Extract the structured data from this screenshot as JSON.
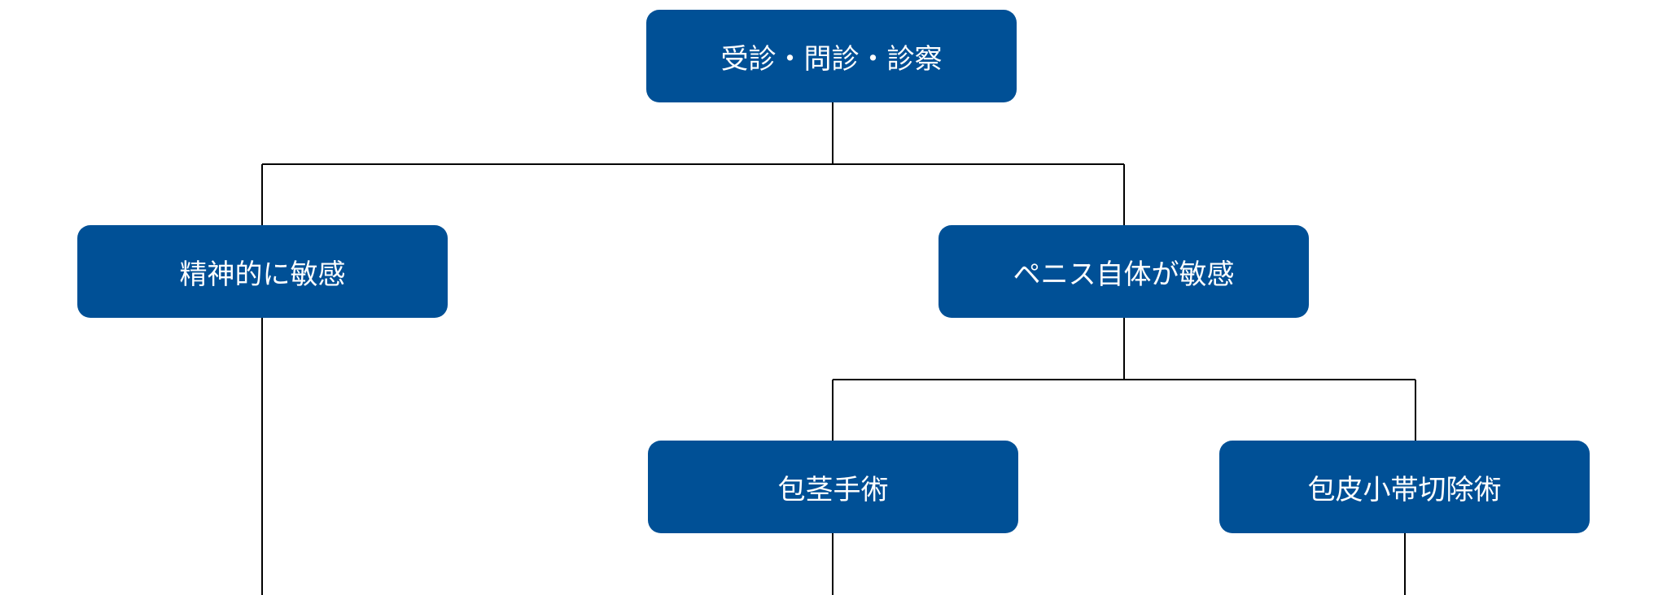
{
  "flowchart": {
    "nodes": {
      "exam": "受診・問診・診察",
      "mental": "精神的に敏感",
      "penis": "ペニス自体が敏感",
      "circumcision": "包茎手術",
      "frenulum": "包皮小帯切除術"
    },
    "colors": {
      "node_fill": "#005096",
      "node_text": "#ffffff",
      "connector": "#000000"
    }
  }
}
